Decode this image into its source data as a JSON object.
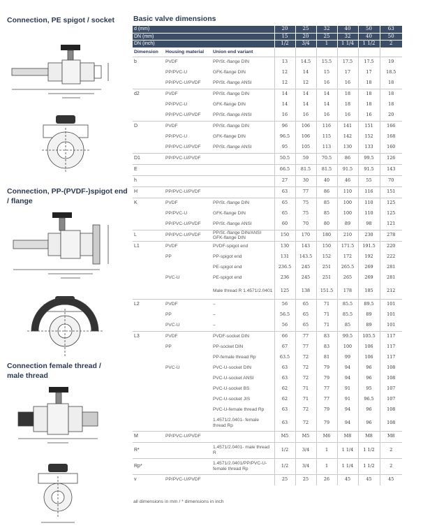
{
  "headings": {
    "pe": "Connection, PE spigot / socket",
    "pp": "Connection, PP-(PVDF-)spigot end / flange",
    "thread": "Connection female thread / male thread"
  },
  "table_title": "Basic valve dimensions",
  "header_rows": [
    {
      "label": "d (mm)",
      "values": [
        "20",
        "25",
        "32",
        "40",
        "50",
        "63"
      ]
    },
    {
      "label": "DN (mm)",
      "values": [
        "15",
        "20",
        "25",
        "32",
        "40",
        "50"
      ]
    },
    {
      "label": "DN (inch)",
      "values": [
        "1/2",
        "3/4",
        "1",
        "1 1/4",
        "1 1/2",
        "2"
      ]
    }
  ],
  "columns": {
    "dimension": "Dimension",
    "housing": "Housing material",
    "variant": "Union end variant"
  },
  "rows": [
    {
      "dim": "b",
      "mat": "PVDF",
      "var": "PP/St.-flange DIN",
      "vals": [
        "13",
        "14.5",
        "15.5",
        "17.5",
        "17.5",
        "19"
      ],
      "start": true
    },
    {
      "dim": "",
      "mat": "PP/PVC-U",
      "var": "GFK-flange DIN",
      "vals": [
        "12",
        "14",
        "15",
        "17",
        "17",
        "18.5"
      ]
    },
    {
      "dim": "",
      "mat": "PP/PVC-U/PVDF",
      "var": "PP/St.-flange ANSI",
      "vals": [
        "12",
        "12",
        "16",
        "16",
        "18",
        "18"
      ]
    },
    {
      "dim": "d2",
      "mat": "PVDF",
      "var": "PP/St.-flange DIN",
      "vals": [
        "14",
        "14",
        "14",
        "18",
        "18",
        "18"
      ],
      "start": true
    },
    {
      "dim": "",
      "mat": "PP/PVC-U",
      "var": "GFK-flange DIN",
      "vals": [
        "14",
        "14",
        "14",
        "18",
        "18",
        "18"
      ]
    },
    {
      "dim": "",
      "mat": "PP/PVC-U/PVDF",
      "var": "PP/St.-flange ANSI",
      "vals": [
        "16",
        "16",
        "16",
        "16",
        "16",
        "20"
      ]
    },
    {
      "dim": "D",
      "mat": "PVDF",
      "var": "PP/St.-flange DIN",
      "vals": [
        "96",
        "106",
        "116",
        "141",
        "151",
        "166"
      ],
      "start": true
    },
    {
      "dim": "",
      "mat": "PP/PVC-U",
      "var": "GFK-flange DIN",
      "vals": [
        "96.5",
        "106",
        "115",
        "142",
        "152",
        "168"
      ]
    },
    {
      "dim": "",
      "mat": "PP/PVC-U/PVDF",
      "var": "PP/St.-flange ANSI",
      "vals": [
        "95",
        "105",
        "113",
        "130",
        "133",
        "160"
      ]
    },
    {
      "dim": "D1",
      "mat": "PP/PVC-U/PVDF",
      "var": "",
      "vals": [
        "50.5",
        "59",
        "70.5",
        "86",
        "99.5",
        "126"
      ],
      "start": true
    },
    {
      "dim": "E",
      "mat": "",
      "var": "",
      "vals": [
        "66.5",
        "81.5",
        "81.5",
        "91.5",
        "91.5",
        "143"
      ],
      "start": true
    },
    {
      "dim": "h",
      "mat": "",
      "var": "",
      "vals": [
        "27",
        "30",
        "40",
        "46",
        "55",
        "70"
      ],
      "start": true
    },
    {
      "dim": "H",
      "mat": "PP/PVC-U/PVDF",
      "var": "",
      "vals": [
        "63",
        "77",
        "86",
        "110",
        "116",
        "151"
      ],
      "start": true
    },
    {
      "dim": "K",
      "mat": "PVDF",
      "var": "PP/St.-flange DIN",
      "vals": [
        "65",
        "75",
        "85",
        "100",
        "110",
        "125"
      ],
      "start": true
    },
    {
      "dim": "",
      "mat": "PP/PVC-U",
      "var": "GFK-flange DIN",
      "vals": [
        "65",
        "75",
        "85",
        "100",
        "110",
        "125"
      ]
    },
    {
      "dim": "",
      "mat": "PP/PVC-U/PVDF",
      "var": "PP/St.-flange ANSI",
      "vals": [
        "60",
        "70",
        "80",
        "89",
        "98",
        "121"
      ]
    },
    {
      "dim": "L",
      "mat": "PP/PVC-U/PVDF",
      "var": "PP/St.-flange DIN/ANSI GFK-flange DIN",
      "vals": [
        "150",
        "170",
        "180",
        "210",
        "230",
        "278"
      ],
      "start": true
    },
    {
      "dim": "L1",
      "mat": "PVDF",
      "var": "PVDF-spigot end",
      "vals": [
        "130",
        "143",
        "150",
        "171.5",
        "191.5",
        "220"
      ],
      "start": true
    },
    {
      "dim": "",
      "mat": "PP",
      "var": "PP-spigot end",
      "vals": [
        "131",
        "143.5",
        "152",
        "172",
        "192",
        "222"
      ]
    },
    {
      "dim": "",
      "mat": "",
      "var": "PE-spigot end",
      "vals": [
        "236.5",
        "245",
        "251",
        "265.5",
        "269",
        "281"
      ]
    },
    {
      "dim": "",
      "mat": "PVC-U",
      "var": "PE-spigot end",
      "vals": [
        "236",
        "245",
        "251",
        "265",
        "269",
        "281"
      ]
    },
    {
      "dim": "",
      "mat": "",
      "var": "Male thread R 1.4571/2.0401",
      "vals": [
        "125",
        "138",
        "151.5",
        "178",
        "185",
        "212"
      ],
      "tall": true
    },
    {
      "dim": "L2",
      "mat": "PVDF",
      "var": "–",
      "vals": [
        "56",
        "65",
        "71",
        "85.5",
        "89.5",
        "101"
      ],
      "start": true
    },
    {
      "dim": "",
      "mat": "PP",
      "var": "–",
      "vals": [
        "56.5",
        "65",
        "71",
        "85.5",
        "89",
        "101"
      ]
    },
    {
      "dim": "",
      "mat": "PVC-U",
      "var": "–",
      "vals": [
        "56",
        "65",
        "71",
        "85",
        "89",
        "101"
      ]
    },
    {
      "dim": "L3",
      "mat": "PVDF",
      "var": "PVDF-socket DIN",
      "vals": [
        "66",
        "77",
        "83",
        "99.5",
        "105.5",
        "117"
      ],
      "start": true
    },
    {
      "dim": "",
      "mat": "PP",
      "var": "PP-socket DIN",
      "vals": [
        "67",
        "77",
        "83",
        "100",
        "106",
        "117"
      ]
    },
    {
      "dim": "",
      "mat": "",
      "var": "PP-female thread Rp",
      "vals": [
        "63.5",
        "72",
        "81",
        "99",
        "106",
        "117"
      ]
    },
    {
      "dim": "",
      "mat": "PVC-U",
      "var": "PVC-U-socket DIN",
      "vals": [
        "63",
        "72",
        "79",
        "94",
        "96",
        "108"
      ]
    },
    {
      "dim": "",
      "mat": "",
      "var": "PVC-U-socket ANSI",
      "vals": [
        "63",
        "72",
        "79",
        "94",
        "96",
        "108"
      ]
    },
    {
      "dim": "",
      "mat": "",
      "var": "PVC-U-socket BS",
      "vals": [
        "62",
        "71",
        "77",
        "91",
        "95",
        "107"
      ]
    },
    {
      "dim": "",
      "mat": "",
      "var": "PVC-U-socket JIS",
      "vals": [
        "62",
        "71",
        "77",
        "91",
        "96.5",
        "107"
      ]
    },
    {
      "dim": "",
      "mat": "",
      "var": "PVC-U-female thread Rp",
      "vals": [
        "63",
        "72",
        "79",
        "94",
        "96",
        "108"
      ]
    },
    {
      "dim": "",
      "mat": "",
      "var": "1.4571/2.0401- female thread Rp",
      "vals": [
        "63",
        "72",
        "79",
        "94",
        "96",
        "108"
      ],
      "tall": true
    },
    {
      "dim": "M",
      "mat": "PP/PVC-U/PVDF",
      "var": "",
      "vals": [
        "M5",
        "M5",
        "M6",
        "M8",
        "M8",
        "M8"
      ],
      "start": true
    },
    {
      "dim": "R*",
      "mat": "",
      "var": "1.4571/2.0401- male thread R",
      "vals": [
        "1/2",
        "3/4",
        "1",
        "1 1/4",
        "1 1/2",
        "2"
      ],
      "start": true,
      "tall": true
    },
    {
      "dim": "Rp*",
      "mat": "",
      "var": "1.4571/2.0401/PP/PVC-U- female thread Rp",
      "vals": [
        "1/2",
        "3/4",
        "1",
        "1 1/4",
        "1 1/2",
        "2"
      ],
      "start": true,
      "tall": true
    },
    {
      "dim": "v",
      "mat": "PP/PVC-U/PVDF",
      "var": "",
      "vals": [
        "25",
        "25",
        "26",
        "45",
        "45",
        "45"
      ],
      "start": true
    }
  ],
  "footnote": "all dimensions in mm / * dimensions in inch",
  "colors": {
    "header_bg": "#3c4d68",
    "heading": "#2b3a55",
    "rule": "#c9c9c9"
  }
}
